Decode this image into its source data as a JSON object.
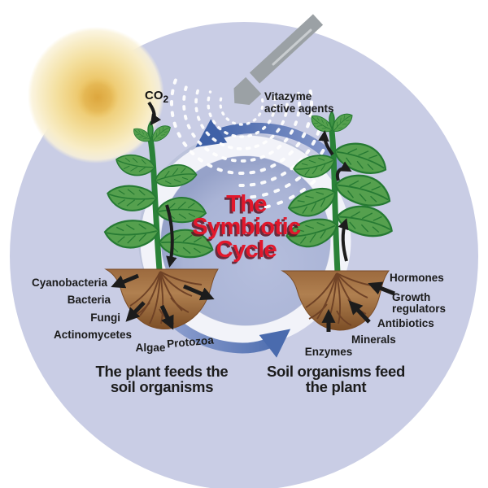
{
  "diagram": {
    "title": {
      "line1": "The",
      "line2": "Symbiotic",
      "line3": "Cycle"
    },
    "co2": {
      "main": "CO",
      "sub": "2"
    },
    "applicator": {
      "line1": "Vitazyme",
      "line2": "active agents"
    },
    "left_plant_labels": {
      "cyanobacteria": "Cyanobacteria",
      "bacteria": "Bacteria",
      "fungi": "Fungi",
      "actinomycetes": "Actinomycetes",
      "algae": "Algae",
      "protozoa": "Protozoa"
    },
    "right_plant_labels": {
      "hormones": "Hormones",
      "growth_line1": "Growth",
      "growth_line2": "regulators",
      "antibiotics": "Antibiotics",
      "minerals": "Minerals",
      "enzymes": "Enzymes"
    },
    "captions": {
      "left_line1": "The plant feeds the",
      "left_line2": "soil organisms",
      "right_line1": "Soil organisms feed",
      "right_line2": "the plant"
    },
    "colors": {
      "title_red": "#e2182c",
      "outer_circle": "#c9cde5",
      "inner_circle": "#abb5d7",
      "cycle_ring": "#f2f3f9",
      "cycle_arrow_blue": "#4a6bae",
      "gray_arrow": "#9ba1a5",
      "leaf_green": "#55a04e",
      "stem_green": "#2e8b3a",
      "root_brown": "#a5713f",
      "sun_yellow": "#eecb72",
      "label_black": "#1b1b1b"
    }
  }
}
